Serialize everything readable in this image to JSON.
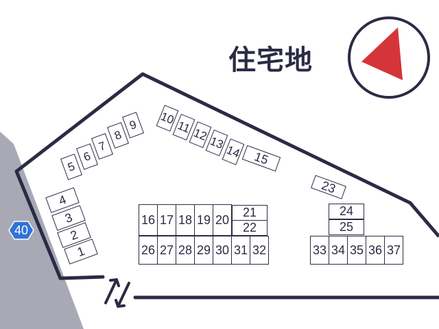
{
  "area_label": "住宅地",
  "route_number": "40",
  "compass_icon": "north-arrow-icon",
  "entrance_icon": "two-way-arrows-icon",
  "colors": {
    "outline": "#2a2b44",
    "road": "#a9a9b6",
    "route_badge": "#2f73d9",
    "compass_arrow": "#d4353a"
  },
  "parking_spots": [
    "1",
    "2",
    "3",
    "4",
    "5",
    "6",
    "7",
    "8",
    "9",
    "10",
    "11",
    "12",
    "13",
    "14",
    "15",
    "16",
    "17",
    "18",
    "19",
    "20",
    "21",
    "22",
    "23",
    "24",
    "25",
    "26",
    "27",
    "28",
    "29",
    "30",
    "31",
    "32",
    "33",
    "34",
    "35",
    "36",
    "37"
  ]
}
